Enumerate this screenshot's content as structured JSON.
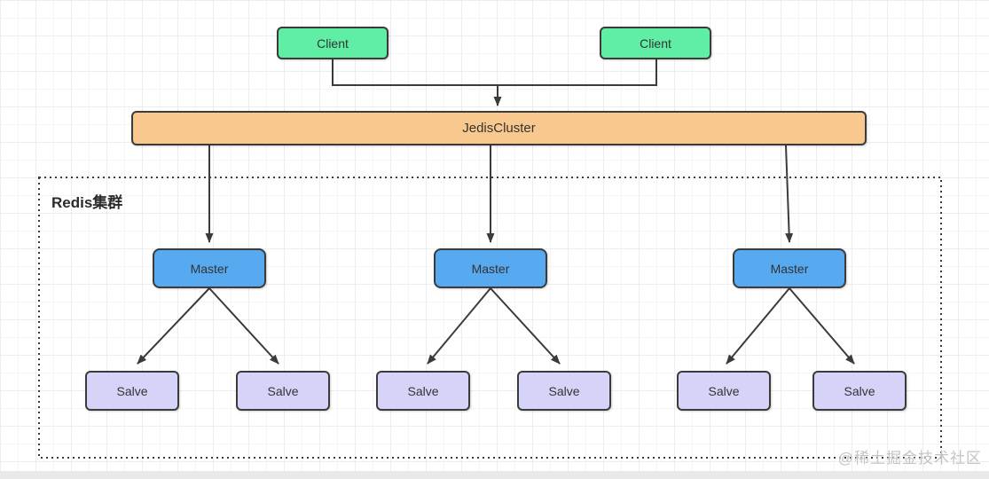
{
  "clients": [
    {
      "label": "Client"
    },
    {
      "label": "Client"
    }
  ],
  "jediscluster": {
    "label": "JedisCluster"
  },
  "cluster": {
    "title": "Redis集群",
    "masters": [
      {
        "label": "Master"
      },
      {
        "label": "Master"
      },
      {
        "label": "Master"
      }
    ],
    "slaves": [
      {
        "label": "Salve"
      },
      {
        "label": "Salve"
      },
      {
        "label": "Salve"
      },
      {
        "label": "Salve"
      },
      {
        "label": "Salve"
      },
      {
        "label": "Salve"
      }
    ]
  },
  "watermark": "@稀土掘金技术社区",
  "colors": {
    "client_fill": "#5feea4",
    "jediscluster_fill": "#f9c88e",
    "master_fill": "#57a9f0",
    "slave_fill": "#d5d3f7",
    "node_border": "#3b3b3b",
    "connector": "#3b3b3b",
    "cluster_border": "#3b3b3b",
    "watermark_text": "#c3c3c3",
    "grid_line": "#ededed"
  }
}
